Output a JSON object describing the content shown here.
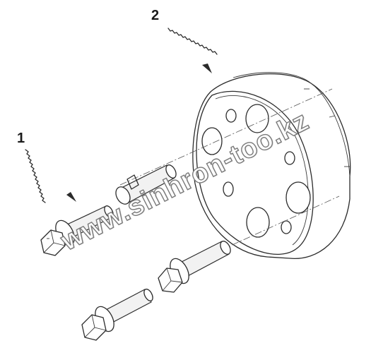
{
  "callouts": [
    {
      "label": "1"
    },
    {
      "label": "2"
    }
  ],
  "watermark": "www.sinhron-too.kz",
  "parts": {
    "part_1": "bolt-with-spacer",
    "part_2": "ring-adapter"
  }
}
